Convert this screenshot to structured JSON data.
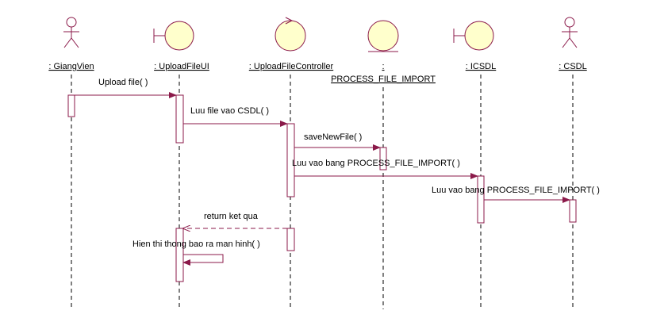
{
  "participants": [
    {
      "id": "gv",
      "label": ": GiangVien",
      "label2": "",
      "icon": "actor-icon"
    },
    {
      "id": "ui",
      "label": ": UploadFileUI",
      "label2": "",
      "icon": "boundary-icon"
    },
    {
      "id": "ctl",
      "label": ": UploadFileController",
      "label2": "",
      "icon": "control-icon"
    },
    {
      "id": "ent",
      "label": ":",
      "label2": "PROCESS_FILE_IMPORT",
      "icon": "entity-icon"
    },
    {
      "id": "icsdl",
      "label": ": ICSDL",
      "label2": "",
      "icon": "boundary-icon"
    },
    {
      "id": "csdl",
      "label": ": CSDL",
      "label2": "",
      "icon": "actor-icon"
    }
  ],
  "messages": [
    {
      "id": "m1",
      "text": "Upload file( )",
      "from": "gv",
      "to": "ui",
      "kind": "call"
    },
    {
      "id": "m2",
      "text": "Luu file vao CSDL( )",
      "from": "ui",
      "to": "ctl",
      "kind": "call"
    },
    {
      "id": "m3",
      "text": "saveNewFile( )",
      "from": "ctl",
      "to": "ent",
      "kind": "call"
    },
    {
      "id": "m4",
      "text": "Luu vao bang PROCESS_FILE_IMPORT( )",
      "from": "ctl",
      "to": "icsdl",
      "kind": "call"
    },
    {
      "id": "m5",
      "text": "Luu vao bang PROCESS_FILE_IMPORT( )",
      "from": "icsdl",
      "to": "csdl",
      "kind": "call"
    },
    {
      "id": "m6",
      "text": "return ket qua",
      "from": "ctl",
      "to": "ui",
      "kind": "return"
    },
    {
      "id": "m7",
      "text": "Hien thi thong bao ra man hinh( )",
      "from": "ui",
      "to": "ui",
      "kind": "self"
    }
  ],
  "colors": {
    "lifeline": "#000000",
    "message": "#8b1a4a",
    "participant_fill": "#ffffcc",
    "stroke": "#8b1a4a"
  }
}
